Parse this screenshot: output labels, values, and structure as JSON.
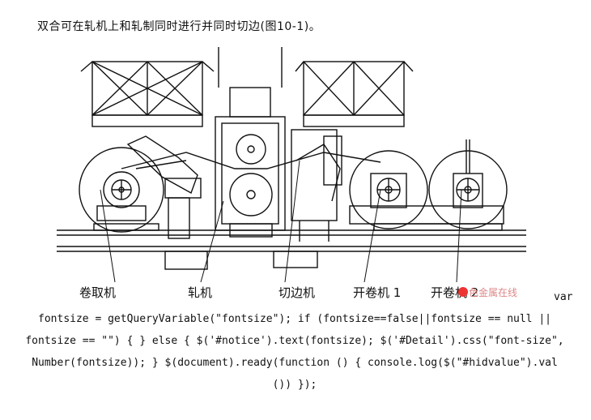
{
  "intro_text": "双合可在轧机上和轧制同时进行并同时切边(图10-1)。",
  "figure": {
    "labels": {
      "coiler": "卷取机",
      "mill": "轧机",
      "edge_trimmer": "切边机",
      "uncoiler_1": "开卷机 1",
      "uncoiler_2": "开卷机 2"
    }
  },
  "watermark": "色金属在线",
  "code": {
    "var_word": "var",
    "lines": [
      "fontsize = getQueryVariable(\"fontsize\"); if (fontsize==false||fontsize == null ||",
      "fontsize == \"\") { } else { $('#notice').text(fontsize); $('#Detail').css(\"font-size\",",
      "Number(fontsize)); } $(document).ready(function () { console.log($(\"#hidvalue\").val",
      "()) });"
    ]
  }
}
